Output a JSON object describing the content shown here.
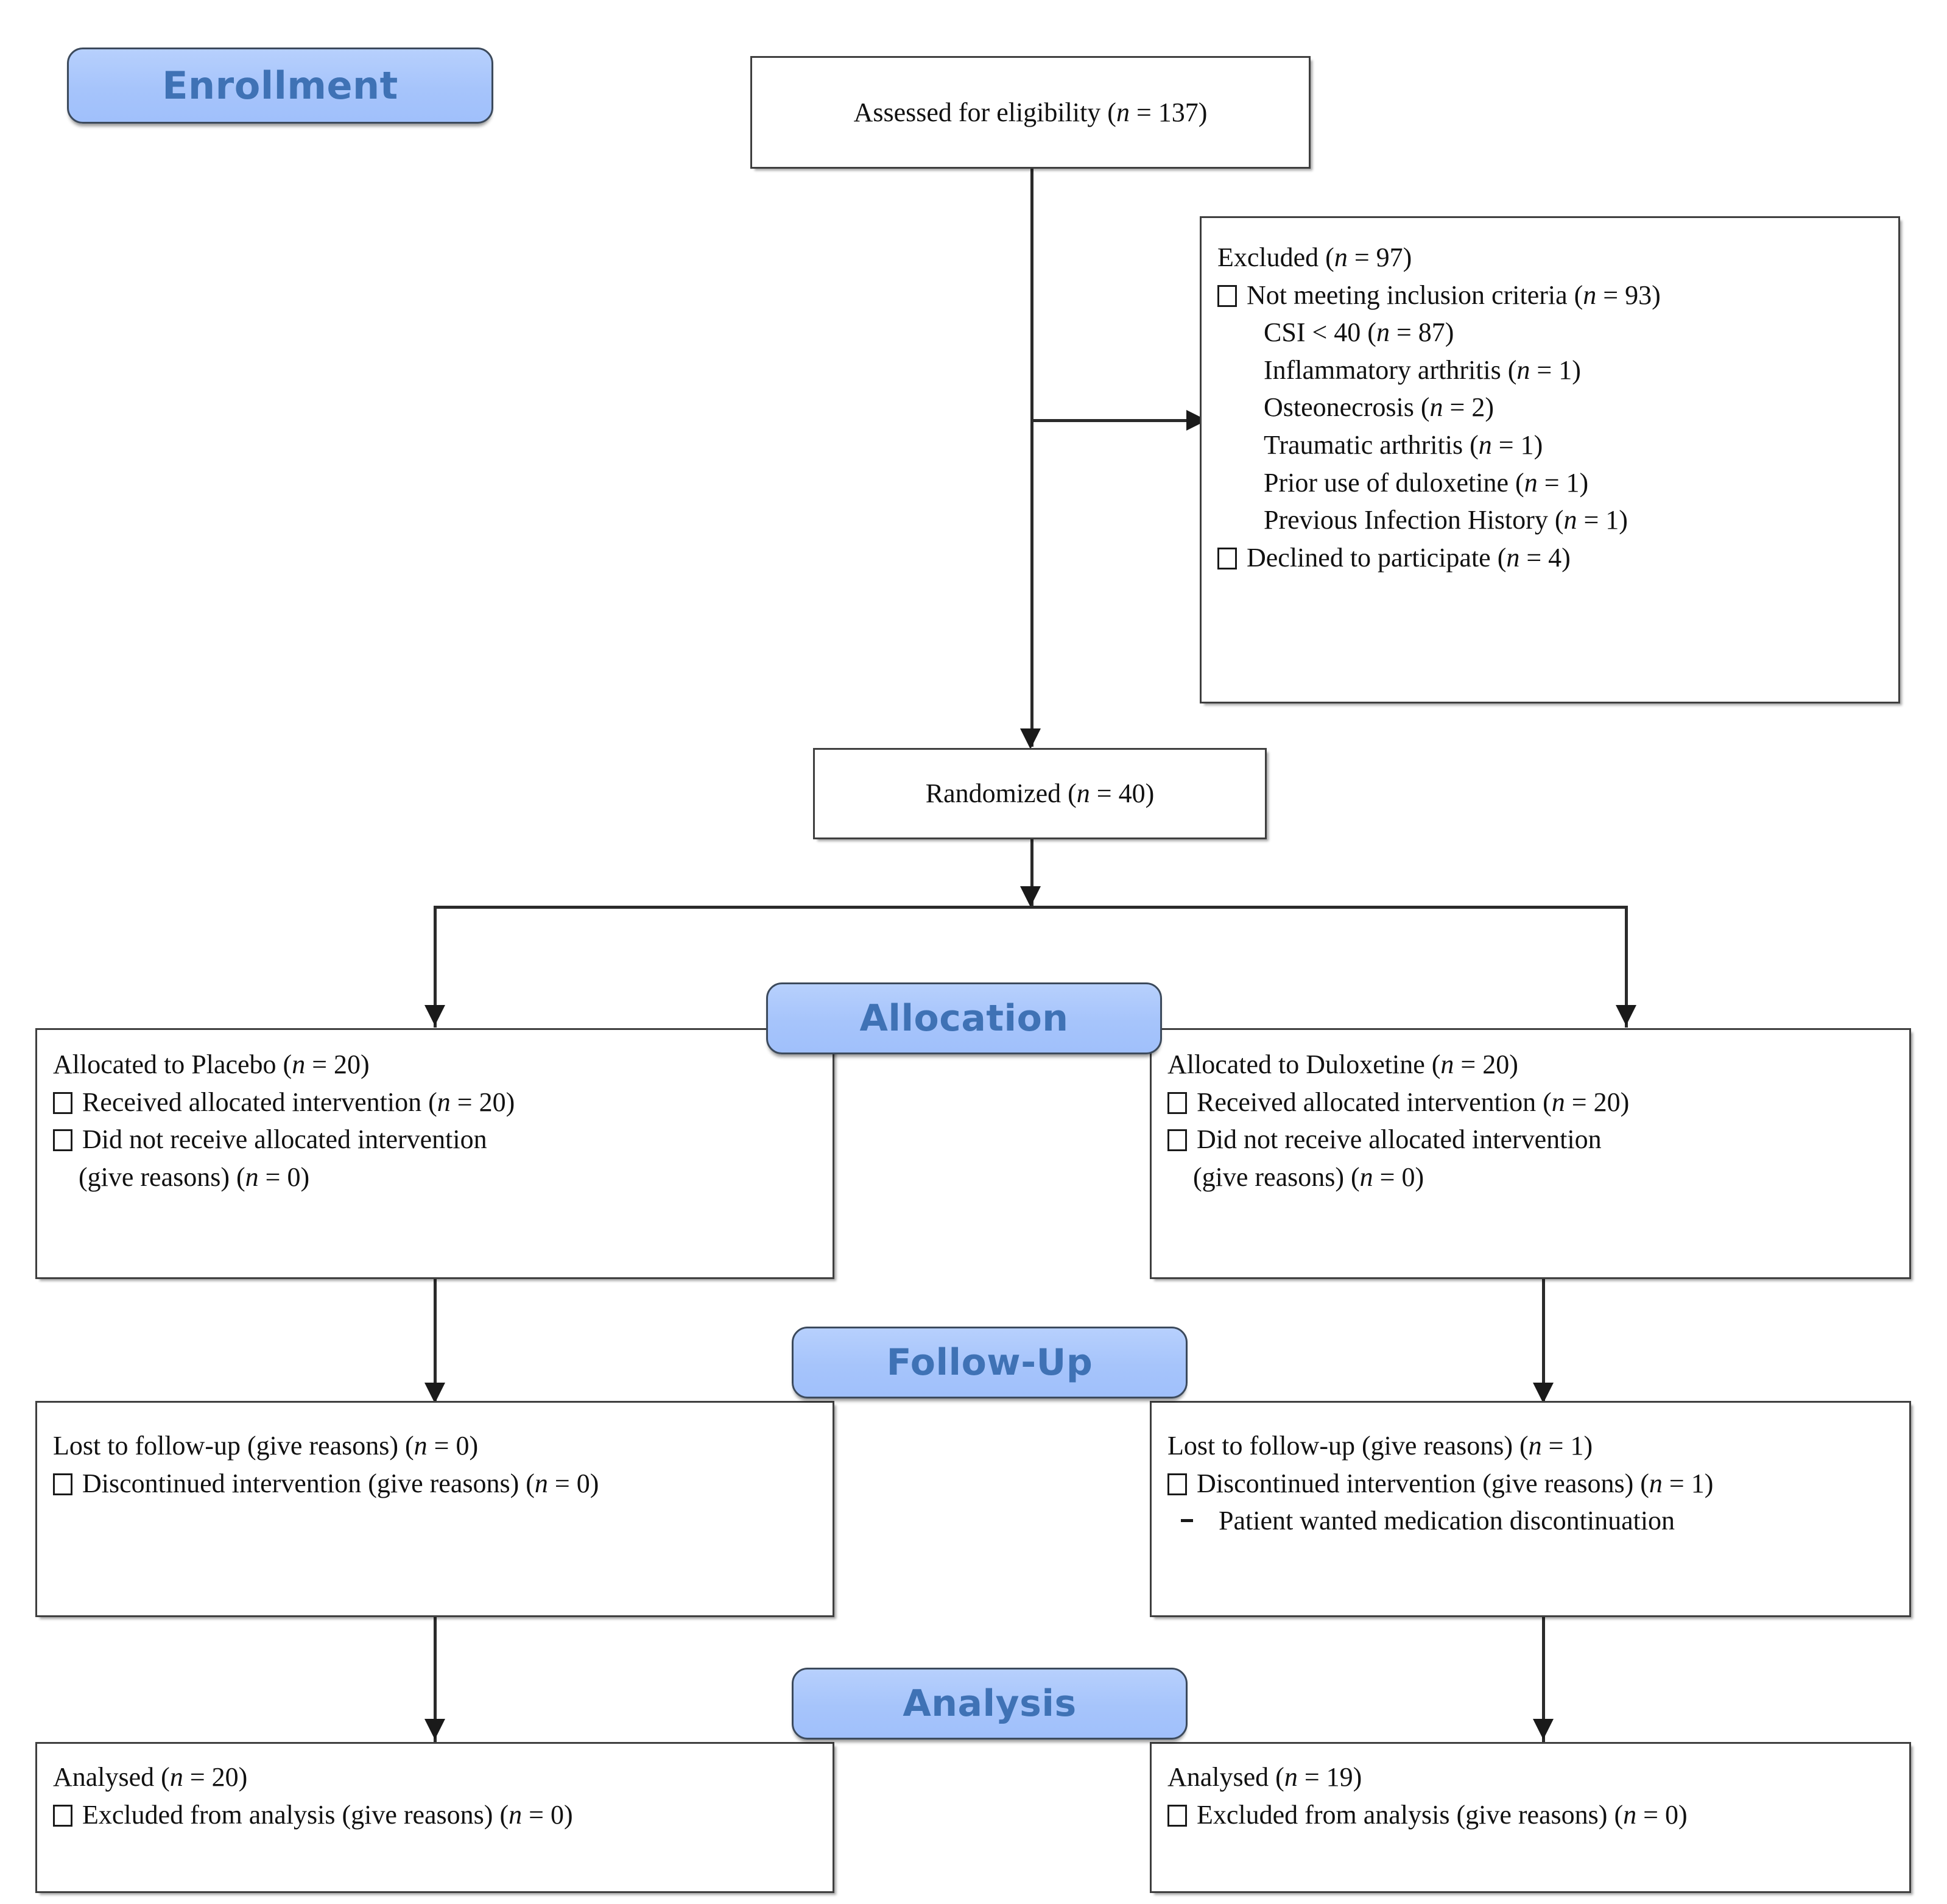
{
  "diagram": {
    "title": "CONSORT participant flow diagram",
    "accent_blue": "#a6c4fb",
    "accent_blue_text": "#3f72b5",
    "box_border": "#3f3f3f"
  },
  "stages": {
    "enrollment": "Enrollment",
    "allocation": "Allocation",
    "followup": "Follow-Up",
    "analysis": "Analysis"
  },
  "enrollment": {
    "assessed": {
      "text": "Assessed for eligibility (",
      "n_var": "n",
      "n_eq": " = 137)"
    },
    "excluded": {
      "heading_text": "Excluded (",
      "heading_n": "n",
      "heading_eq": " = 97)",
      "not_meeting": "Not meeting inclusion criteria (",
      "not_meeting_n": "n",
      "not_meeting_eq": " = 93)",
      "reasons": [
        {
          "label": "CSI < 40 (",
          "n": "n",
          "eq": " = 87)"
        },
        {
          "label": "Inflammatory arthritis (",
          "n": "n",
          "eq": " = 1)"
        },
        {
          "label": "Osteonecrosis (",
          "n": "n",
          "eq": " = 2)"
        },
        {
          "label": "Traumatic arthritis (",
          "n": "n",
          "eq": " = 1)"
        },
        {
          "label": "Prior use of duloxetine (",
          "n": "n",
          "eq": " = 1)"
        },
        {
          "label": "Previous Infection History (",
          "n": "n",
          "eq": " = 1)"
        }
      ],
      "declined": "Declined to participate (",
      "declined_n": "n",
      "declined_eq": " = 4)"
    },
    "randomized": {
      "text": "Randomized (",
      "n_var": "n",
      "n_eq": " = 40)"
    }
  },
  "allocation": {
    "left": {
      "heading": "Allocated to Placebo (",
      "heading_n": "n",
      "heading_eq": " = 20)",
      "received": "Received allocated intervention (",
      "received_n": "n",
      "received_eq": " = 20)",
      "not_received": "Did not receive allocated intervention",
      "not_received_cont": "(give reasons) (",
      "not_received_n": "n",
      "not_received_eq": " = 0)"
    },
    "right": {
      "heading": "Allocated to Duloxetine (",
      "heading_n": "n",
      "heading_eq": " = 20)",
      "received": "Received allocated intervention (",
      "received_n": "n",
      "received_eq": " = 20)",
      "not_received": "Did not receive allocated intervention",
      "not_received_cont": "(give reasons) (",
      "not_received_n": "n",
      "not_received_eq": " = 0)"
    }
  },
  "followup": {
    "left": {
      "lost": "Lost to follow-up (give reasons) (",
      "lost_n": "n",
      "lost_eq": " = 0)",
      "discontinued": "Discontinued intervention (give reasons) (",
      "discontinued_n": "n",
      "discontinued_eq": " = 0)"
    },
    "right": {
      "lost": "Lost to follow-up (give reasons) (",
      "lost_n": "n",
      "lost_eq": " = 1)",
      "discontinued": "Discontinued intervention (give reasons) (",
      "discontinued_n": "n",
      "discontinued_eq": " = 1)",
      "reason": "Patient wanted medication discontinuation"
    }
  },
  "analysis": {
    "left": {
      "analysed": "Analysed (",
      "analysed_n": "n",
      "analysed_eq": " = 20)",
      "excluded": "Excluded from analysis (give reasons) (",
      "excluded_n": "n",
      "excluded_eq": " = 0)"
    },
    "right": {
      "analysed": "Analysed (",
      "analysed_n": "n",
      "analysed_eq": " = 19)",
      "excluded": "Excluded from analysis (give reasons) (",
      "excluded_n": "n",
      "excluded_eq": " = 0)"
    }
  }
}
